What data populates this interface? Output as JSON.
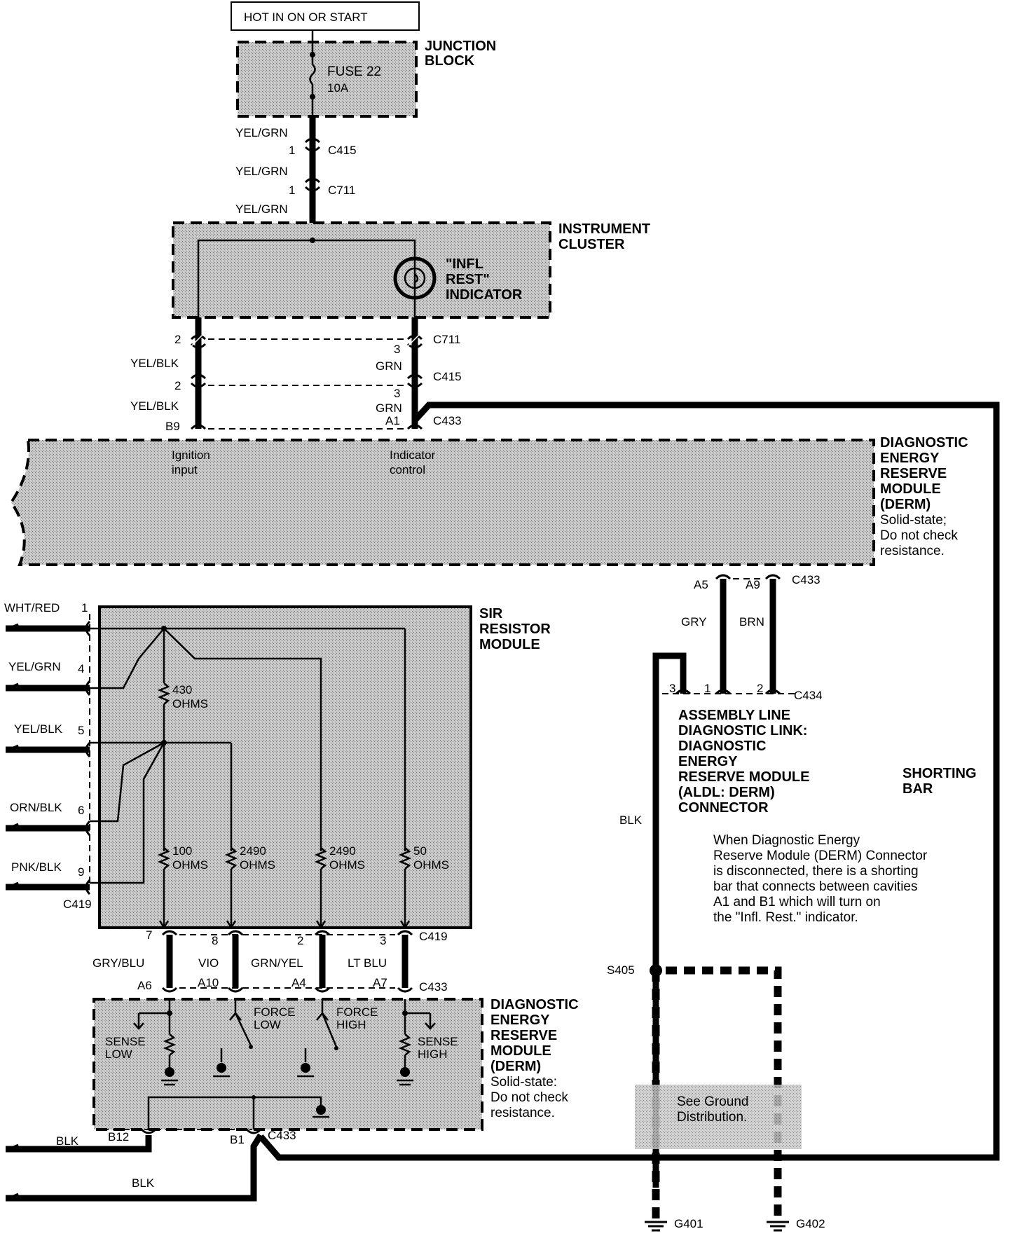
{
  "power": {
    "source_label": "HOT IN ON OR START"
  },
  "junction_block": {
    "title_line1": "JUNCTION",
    "title_line2": "BLOCK",
    "fuse_name": "FUSE 22",
    "fuse_rating": "10A"
  },
  "upper_wiring": {
    "wire_yel_grn": "YEL/GRN",
    "pin_1": "1",
    "c415": "C415",
    "c711": "C711"
  },
  "instrument_cluster": {
    "title_line1": "INSTRUMENT",
    "title_line2": "CLUSTER",
    "indicator_line1": "\"INFL",
    "indicator_line2": "REST\"",
    "indicator_line3": "INDICATOR"
  },
  "cluster_outputs": {
    "pin_2": "2",
    "pin_3": "3",
    "wire_yel_blk": "YEL/BLK",
    "wire_grn": "GRN",
    "c711": "C711",
    "c415": "C415",
    "c433": "C433",
    "pin_b9": "B9",
    "pin_a1": "A1"
  },
  "derm_upper": {
    "title": [
      "DIAGNOSTIC",
      "ENERGY",
      "RESERVE",
      "MODULE",
      "(DERM)"
    ],
    "note": [
      "Solid-state;",
      "Do not check",
      "resistance."
    ],
    "input_ign_1": "Ignition",
    "input_ign_2": "input",
    "input_ind_1": "Indicator",
    "input_ind_2": "control"
  },
  "aldl_wiring": {
    "pin_a5": "A5",
    "pin_a9": "A9",
    "c433": "C433",
    "wire_gry": "GRY",
    "wire_brn": "BRN",
    "pin_3": "3",
    "pin_1": "1",
    "pin_2": "2",
    "c434": "C434",
    "wire_blk": "BLK"
  },
  "aldl_connector": {
    "title": [
      "ASSEMBLY LINE",
      "DIAGNOSTIC LINK:",
      "DIAGNOSTIC",
      "ENERGY",
      "RESERVE MODULE",
      "(ALDL: DERM)",
      "CONNECTOR"
    ]
  },
  "shorting_bar": {
    "title_line1": "SHORTING",
    "title_line2": "BAR"
  },
  "shorting_note": [
    "When Diagnostic Energy",
    "Reserve Module (DERM) Connector",
    "is disconnected, there is a shorting",
    "bar that connects between cavities",
    "A1 and B1 which will turn on",
    "the \"Infl. Rest.\" indicator."
  ],
  "sir_module": {
    "title": [
      "SIR",
      "RESISTOR",
      "MODULE"
    ],
    "inputs": [
      {
        "wire": "WHT/RED",
        "pin": "1"
      },
      {
        "wire": "YEL/GRN",
        "pin": "4"
      },
      {
        "wire": "YEL/BLK",
        "pin": "5"
      },
      {
        "wire": "ORN/BLK",
        "pin": "6"
      },
      {
        "wire": "PNK/BLK",
        "pin": "9"
      }
    ],
    "connector": "C419",
    "resistors": [
      {
        "value": "430",
        "unit": "OHMS"
      },
      {
        "value": "100",
        "unit": "OHMS"
      },
      {
        "value": "2490",
        "unit": "OHMS"
      },
      {
        "value": "2490",
        "unit": "OHMS"
      },
      {
        "value": "50",
        "unit": "OHMS"
      }
    ]
  },
  "sir_outputs": {
    "pins_c419": [
      "7",
      "8",
      "2",
      "3"
    ],
    "wires": [
      "GRY/BLU",
      "VIO",
      "GRN/YEL",
      "LT BLU"
    ],
    "pins_c433": [
      "A6",
      "A10",
      "A4",
      "A7"
    ],
    "c419": "C419",
    "c433": "C433"
  },
  "derm_lower": {
    "title": [
      "DIAGNOSTIC",
      "ENERGY",
      "RESERVE",
      "MODULE",
      "(DERM)"
    ],
    "note": [
      "Solid-state:",
      "Do not check",
      "resistance."
    ],
    "sense_low": [
      "SENSE",
      "LOW"
    ],
    "force_low": [
      "FORCE",
      "LOW"
    ],
    "force_high": [
      "FORCE",
      "HIGH"
    ],
    "sense_high": [
      "SENSE",
      "HIGH"
    ],
    "pin_b12": "B12",
    "pin_b1": "B1",
    "c433": "C433",
    "wire_blk_1": "BLK",
    "wire_blk_2": "BLK"
  },
  "grounds": {
    "splice": "S405",
    "see_ground_1": "See Ground",
    "see_ground_2": "Distribution.",
    "g401": "G401",
    "g402": "G402"
  }
}
